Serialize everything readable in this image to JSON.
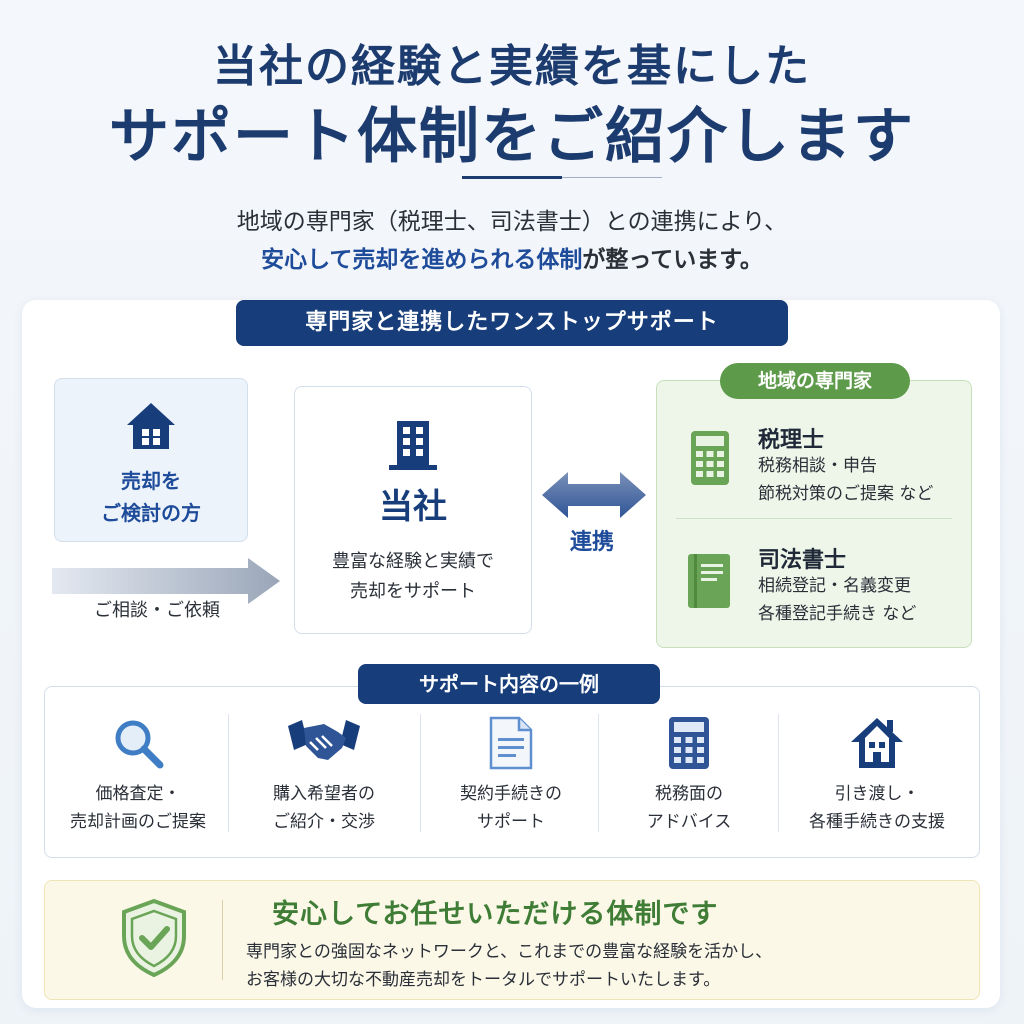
{
  "header": {
    "title_line1": "当社の経験と実績を基にした",
    "title_line2": "サポート体制をご紹介します",
    "lead_line1": "地域の専門家（税理士、司法書士）との連携により、",
    "lead_line2_highlight": "安心して売却を進められる体制",
    "lead_line2_rest": "が整っています。"
  },
  "flow": {
    "section_label": "専門家と連携したワンストップサポート",
    "client_label_line1": "売却を",
    "client_label_line2": "ご検討の方",
    "consult_label": "ご相談・ご依頼",
    "company_name": "当社",
    "company_desc_line1": "豊富な経験と実績で",
    "company_desc_line2": "売却をサポート",
    "link_label": "連携",
    "experts_label": "地域の専門家",
    "experts": [
      {
        "name": "税理士",
        "desc_line1": "税務相談・申告",
        "desc_line2": "節税対策のご提案 など",
        "icon": "calculator-icon"
      },
      {
        "name": "司法書士",
        "desc_line1": "相続登記・名義変更",
        "desc_line2": "各種登記手続き など",
        "icon": "book-icon"
      }
    ]
  },
  "support": {
    "section_label": "サポート内容の一例",
    "items": [
      {
        "line1": "価格査定・",
        "line2": "売却計画のご提案",
        "icon": "magnifier-icon"
      },
      {
        "line1": "購入希望者の",
        "line2": "ご紹介・交渉",
        "icon": "handshake-icon"
      },
      {
        "line1": "契約手続きの",
        "line2": "サポート",
        "icon": "document-icon"
      },
      {
        "line1": "税務面の",
        "line2": "アドバイス",
        "icon": "calculator-icon"
      },
      {
        "line1": "引き渡し・",
        "line2": "各種手続きの支援",
        "icon": "house-icon"
      }
    ]
  },
  "message": {
    "title": "安心してお任せいただける体制です",
    "body_line1": "専門家との強固なネットワークと、これまでの豊富な経験を活かし、",
    "body_line2": "お客様の大切な不動産売却をトータルでサポートいたします。"
  },
  "colors": {
    "navy": "#173d7a",
    "blue": "#1e4b9a",
    "green": "#5d9a4a",
    "cream": "#fbf8e8"
  }
}
